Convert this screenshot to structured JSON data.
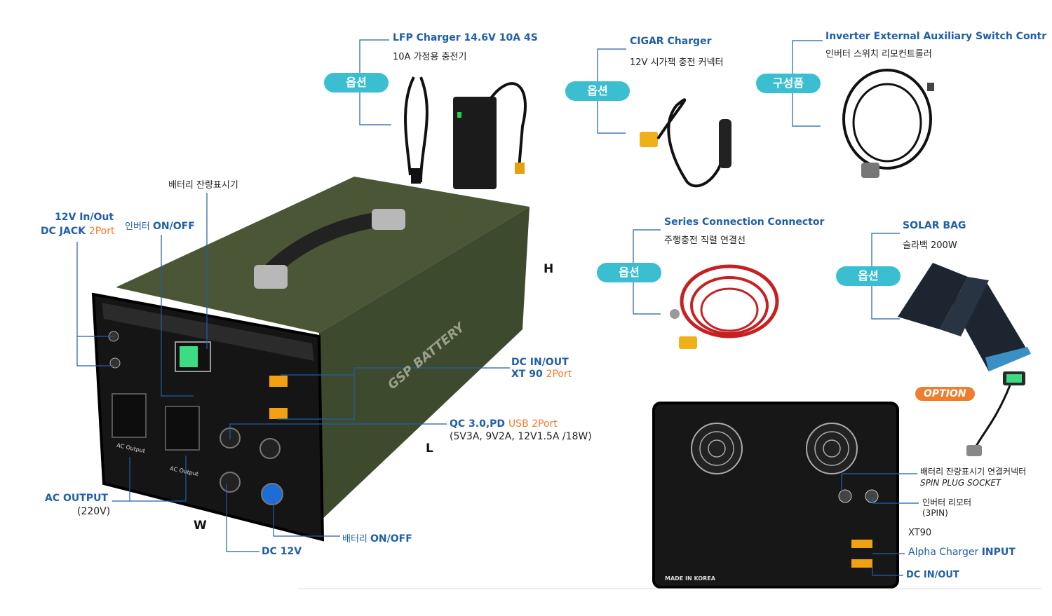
{
  "options": {
    "lfp": {
      "title": "LFP Charger 14.6V 10A 4S",
      "desc": "10A 가정용 충전기",
      "tag": "옵션"
    },
    "cigar": {
      "title": "CIGAR Charger",
      "desc": "12V 시가잭 충전 커넥터",
      "tag": "옵션"
    },
    "inverter": {
      "title": "Inverter External Auxiliary Switch Contr",
      "desc": "인버터 스위치 리모컨트롤러",
      "tag": "구성품"
    },
    "series": {
      "title": "Series Connection Connector",
      "desc": "주행충전 직렬 연결선",
      "tag": "옵션"
    },
    "solar": {
      "title": "SOLAR BAG",
      "desc": "슬라백 200W",
      "tag": "옵션"
    }
  },
  "front": {
    "battery_gauge": "배터리 잔량표시기",
    "dcjack_line1": "12V In/Out",
    "dcjack_line2a": "DC JACK ",
    "dcjack_line2b": "2Port",
    "inverter_prefix": "인버터 ",
    "inverter_onoff": "ON/OFF",
    "dc_inout_line1": "DC IN/OUT",
    "dc_inout_line2a": "XT 90 ",
    "dc_inout_line2b": "2Port",
    "qc_a": "QC 3.0,PD ",
    "qc_b": "USB 2Port",
    "qc_spec": "(5V3A, 9V2A, 12V1.5A /18W)",
    "ac_output": "AC OUTPUT",
    "ac_voltage": "(220V)",
    "dc12": "DC 12V",
    "battery_prefix": "배터리 ",
    "battery_onoff": "ON/OFF",
    "brand": "GSP BATTERY",
    "ac_socket_label": "AC Output",
    "dim_h": "H",
    "dim_l": "L",
    "dim_w": "W"
  },
  "back": {
    "option_badge": "OPTION",
    "gauge_connector": "배터리 잔량표시기 연결커넥터",
    "spin_socket": "SPIN PLUG SOCKET",
    "inverter_remote": "인버터 리모터",
    "pin3": "(3PIN)",
    "xt90": "XT90",
    "alpha_a": "Alpha Charger ",
    "alpha_b": "INPUT",
    "dc_inout": "DC IN/OUT",
    "made_in": "MADE IN KOREA"
  },
  "colors": {
    "accent": "#1f5fa8",
    "orange": "#ef7d2e",
    "pill": "#3bbfd0",
    "case": "#3f4a2f"
  }
}
